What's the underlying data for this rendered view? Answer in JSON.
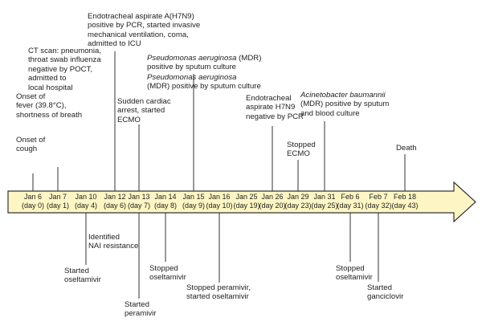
{
  "colors": {
    "arrow_fill": "#fdf6c4",
    "arrow_stroke": "#333333",
    "line": "#333333",
    "text": "#222222"
  },
  "timeline": [
    {
      "date": "Jan 6",
      "day": "(day 0)"
    },
    {
      "date": "Jan 7",
      "day": "(day 1)"
    },
    {
      "date": "Jan 10",
      "day": "(day 4)"
    },
    {
      "date": "Jan 12",
      "day": "(day 6)"
    },
    {
      "date": "Jan 13",
      "day": "(day 7)"
    },
    {
      "date": "Jan 14",
      "day": "(day 8)"
    },
    {
      "date": "Jan 15",
      "day": "(day 9)"
    },
    {
      "date": "Jan 16",
      "day": "(day 10)"
    },
    {
      "date": "Jan 25",
      "day": "(day 19)"
    },
    {
      "date": "Jan 26",
      "day": "(day 20)"
    },
    {
      "date": "Jan 29",
      "day": "(day 23)"
    },
    {
      "date": "Jan 31",
      "day": "(day 25)"
    },
    {
      "date": "Feb 6",
      "day": "(day 31)"
    },
    {
      "date": "Feb 7",
      "day": "(day 32)"
    },
    {
      "date": "Feb 18",
      "day": "(day 43)"
    }
  ],
  "events_above": [
    {
      "at": 0,
      "lines": [
        "Onset of",
        "cough"
      ]
    },
    {
      "at": 0,
      "lines": [
        "Onset of",
        "fever (39.8°C),",
        "shortness of breath"
      ]
    },
    {
      "at": 1,
      "lines": [
        "CT scan: pneumonia,",
        "throat swab influenza",
        "negative by POCT,",
        "admitted to",
        "local hospital"
      ]
    },
    {
      "at": 3,
      "lines": [
        "Endotracheal aspirate A(H7N9)",
        "positive by PCR, started invasive",
        "mechanical ventilation, coma,",
        "admitted to ICU"
      ]
    },
    {
      "at": 4,
      "lines": [
        "Sudden cardiac",
        "arrest, started",
        "ECMO"
      ]
    },
    {
      "at": 6,
      "lines": [
        "Pseudomonas aeruginosa (MDR)",
        "positive by sputum culture"
      ],
      "italic": "Pseudomonas aeruginosa"
    },
    {
      "at": 7,
      "lines": [
        "Pseudomonas aeruginosa",
        "(MDR) positive by sputum culture"
      ],
      "italic": "Pseudomonas aeruginosa"
    },
    {
      "at": 9,
      "lines": [
        "Endotracheal",
        "aspirate H7N9",
        "negative by PCR"
      ]
    },
    {
      "at": 10,
      "lines": [
        "Stopped",
        "ECMO"
      ]
    },
    {
      "at": 11,
      "lines": [
        "Acinetobacter baumannii",
        "(MDR) positive by sputum",
        "and blood culture"
      ],
      "italic": "Acinetobacter baumannii"
    },
    {
      "at": 14,
      "lines": [
        "Death"
      ]
    }
  ],
  "events_below": [
    {
      "at": 2,
      "lines": [
        "Identified",
        "NAI resistance"
      ]
    },
    {
      "at": 2,
      "lines": [
        "Started",
        "oseltamivir"
      ]
    },
    {
      "at": 4,
      "lines": [
        "Started",
        "peramivir"
      ]
    },
    {
      "at": 5,
      "lines": [
        "Stopped",
        "oseltamivir"
      ]
    },
    {
      "at": 7,
      "lines": [
        "Stopped peramivir,",
        "started oseltamivir"
      ]
    },
    {
      "at": 12,
      "lines": [
        "Stopped",
        "oseltamivir"
      ]
    },
    {
      "at": 13,
      "lines": [
        "Started",
        "ganciclovir"
      ]
    }
  ]
}
